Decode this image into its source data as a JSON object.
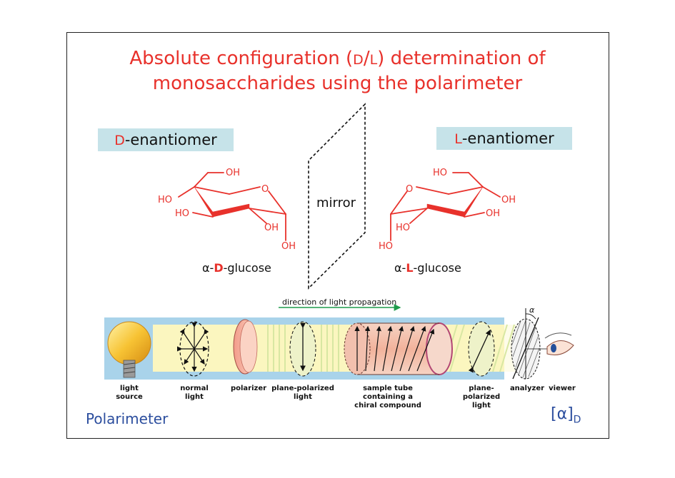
{
  "title": {
    "line1_pre": "Absolute configuration (",
    "d": "D",
    "slash": "/",
    "l": "L",
    "line1_post": ") determination of",
    "line2": "monosaccharides using the polarimeter"
  },
  "d_enantiomer": {
    "prefix": "D",
    "suffix": "-enantiomer"
  },
  "l_enantiomer": {
    "prefix": "L",
    "suffix": "-enantiomer"
  },
  "d_glucose": {
    "greek": "α-",
    "config": "D",
    "rest": "-glucose",
    "atoms": {
      "ch2oh": "OH",
      "ring_o": "O",
      "c4": "HO",
      "c3": "HO",
      "c2": "OH",
      "c1": "OH"
    }
  },
  "l_glucose": {
    "greek": "α-",
    "config": "L",
    "rest": "-glucose",
    "atoms": {
      "ch2oh": "HO",
      "ring_o": "O",
      "c4": "OH",
      "c3": "OH",
      "c2": "HO",
      "c1": "HO"
    }
  },
  "mirror": "mirror",
  "propagation": "direction of light propagation",
  "components": [
    {
      "line1": "light",
      "line2": "source",
      "line3": ""
    },
    {
      "line1": "normal",
      "line2": "light",
      "line3": ""
    },
    {
      "line1": "polarizer",
      "line2": "",
      "line3": ""
    },
    {
      "line1": "plane-polarized",
      "line2": "light",
      "line3": ""
    },
    {
      "line1": "sample tube",
      "line2": "containing a",
      "line3": "chiral compound"
    },
    {
      "line1": "plane-",
      "line2": "polarized",
      "line3": "light"
    },
    {
      "line1": "analyzer",
      "line2": "",
      "line3": ""
    },
    {
      "line1": "viewer",
      "line2": "",
      "line3": ""
    }
  ],
  "analyzer_angle": "α",
  "footer": "Polarimeter",
  "specific_rotation": {
    "symbol": "[α]",
    "subscript": "D"
  },
  "colors": {
    "title_red": "#e8312b",
    "label_bg": "#c6e3e9",
    "footer_blue": "#2c4e9e",
    "beam_blue": "#a9d3ea",
    "beam_yellow": "#fbf6bf",
    "arrow_green": "#1e9b4b"
  }
}
